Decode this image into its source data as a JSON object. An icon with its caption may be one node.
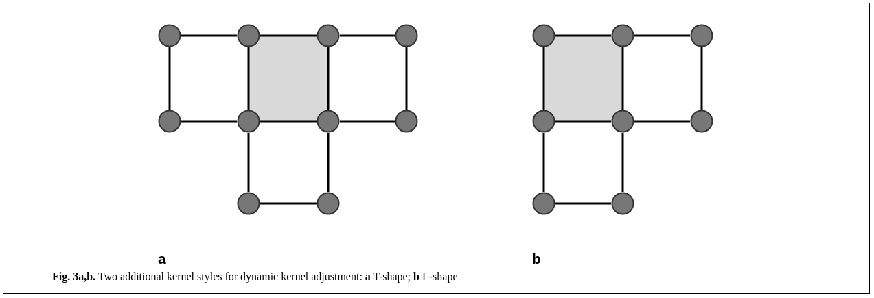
{
  "diagram": {
    "caption": "**Fig. 3a,b.** Two additional kernel styles for dynamic kernel adjustment: **a** T-shape; **b** L-shape",
    "nodes": [
      {
        "text": [],
        "shape": "circle"
      },
      {
        "text": [],
        "shape": "circle"
      },
      {
        "text": [],
        "shape": "circle"
      },
      {
        "text": [],
        "shape": "circle"
      },
      {
        "text": [],
        "shape": "circle"
      },
      {
        "text": [],
        "shape": "circle"
      },
      {
        "text": [],
        "shape": "circle"
      },
      {
        "text": [],
        "shape": "circle"
      },
      {
        "text": [],
        "shape": "circle"
      },
      {
        "text": [],
        "shape": "circle"
      },
      {
        "text": [],
        "shape": "circle"
      },
      {
        "text": [],
        "shape": "circle"
      },
      {
        "text": [],
        "shape": "circle"
      },
      {
        "text": [],
        "shape": "circle"
      },
      {
        "text": [],
        "shape": "circle"
      },
      {
        "text": [],
        "shape": "circle"
      },
      {
        "text": [],
        "shape": "circle"
      },
      {
        "text": [],
        "shape": "circle"
      }
    ],
    "edges": [
      {
        "from": 0,
        "to": 1,
        "arrow": "none"
      },
      {
        "from": 1,
        "to": 2,
        "arrow": "none"
      },
      {
        "from": 2,
        "to": 3,
        "arrow": "none"
      },
      {
        "from": 0,
        "to": 4,
        "arrow": "none"
      },
      {
        "from": 1,
        "to": 5,
        "arrow": "none"
      },
      {
        "from": 2,
        "to": 6,
        "arrow": "none"
      },
      {
        "from": 3,
        "to": 7,
        "arrow": "none"
      },
      {
        "from": 4,
        "to": 5,
        "arrow": "none"
      },
      {
        "from": 5,
        "to": 6,
        "arrow": "none"
      },
      {
        "from": 6,
        "to": 7,
        "arrow": "none"
      },
      {
        "from": 5,
        "to": 8,
        "arrow": "none"
      },
      {
        "from": 6,
        "to": 9,
        "arrow": "none"
      },
      {
        "from": 8,
        "to": 9,
        "arrow": "none"
      },
      {
        "from": 10,
        "to": 11,
        "arrow": "none"
      },
      {
        "from": 11,
        "to": 12,
        "arrow": "none"
      },
      {
        "from": 10,
        "to": 13,
        "arrow": "none"
      },
      {
        "from": 11,
        "to": 14,
        "arrow": "none"
      },
      {
        "from": 12,
        "to": 15,
        "arrow": "none"
      },
      {
        "from": 13,
        "to": 14,
        "arrow": "none"
      },
      {
        "from": 14,
        "to": 15,
        "arrow": "none"
      },
      {
        "from": 13,
        "to": 16,
        "arrow": "none"
      },
      {
        "from": 14,
        "to": 17,
        "arrow": "none"
      },
      {
        "from": 16,
        "to": 17,
        "arrow": "none"
      }
    ],
    "labels": [
      "a",
      "b"
    ]
  }
}
